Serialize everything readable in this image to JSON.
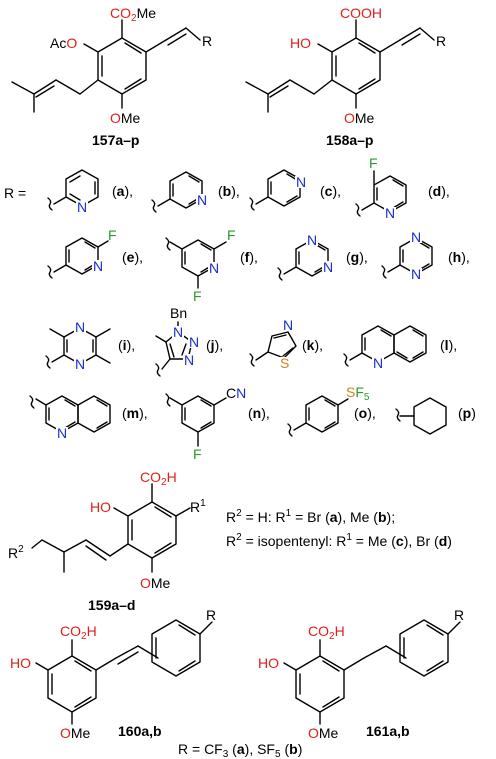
{
  "colors": {
    "oxygen": "#e0201b",
    "nitrogen": "#1a2ccf",
    "fluorine": "#2c9a2c",
    "sulfur": "#d9801a",
    "bond": "#000000"
  },
  "s157": {
    "co2me": "CO2Me",
    "aco": "AcO",
    "r": "R",
    "ome": "OMe",
    "label": "157a–p"
  },
  "s158": {
    "cooh": "COOH",
    "ho": "HO",
    "r": "R",
    "ome": "OMe",
    "label": "158a–p"
  },
  "rdef": {
    "r_eq": "R ="
  },
  "subs": {
    "a": "(a),",
    "b": "(b),",
    "c": "(c),",
    "d": "(d),",
    "e": "(e),",
    "f": "(f),",
    "g": "(g),",
    "h": "(h),",
    "i": "(i),",
    "j": "(j),",
    "k": "(k),",
    "l": "(l),",
    "m": "(m),",
    "n": "(n),",
    "o": "(o),",
    "p": "(p)"
  },
  "atoms": {
    "n": "N",
    "f": "F",
    "s": "S",
    "bn": "Bn",
    "cn": "CN",
    "sf5": "SF5"
  },
  "s159": {
    "co2h": "CO2H",
    "ho": "HO",
    "r1": "R1",
    "r2": "R2",
    "ome": "OMe",
    "label": "159a–d",
    "cond1": "R2 = H: R1 = Br (a), Me (b);",
    "cond2": "R2 = isopentenyl: R1 = Me (c), Br (d)"
  },
  "s160": {
    "co2h": "CO2H",
    "ho": "HO",
    "r": "R",
    "ome": "OMe",
    "label": "160a,b"
  },
  "s161": {
    "co2h": "CO2H",
    "ho": "HO",
    "r": "R",
    "ome": "OMe",
    "label": "161a,b"
  },
  "footer": "R = CF3 (a), SF5 (b)"
}
